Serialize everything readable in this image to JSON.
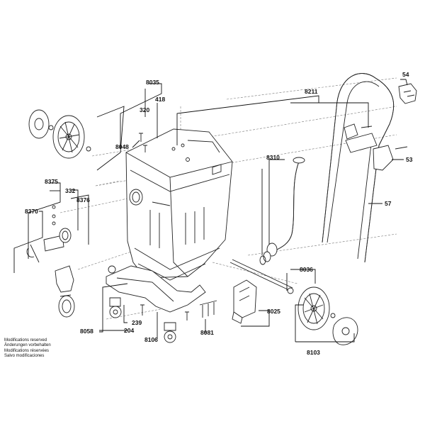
{
  "labels": {
    "l8035": "8035",
    "l320": "320",
    "l418": "418",
    "l8048": "8048",
    "l8211": "8211",
    "l54": "54",
    "l53": "53",
    "l57": "57",
    "l8310": "8310",
    "l8375": "8375",
    "l332": "332",
    "l8376": "8376",
    "l8370": "8370",
    "l8036": "8036",
    "l8025": "8025",
    "l8058": "8058",
    "l239": "239",
    "l204": "204",
    "l8106": "8106",
    "l8081": "8081",
    "l8103": "8103"
  },
  "notes": [
    "Modifications reserved",
    "Änderungen vorbehalten",
    "Modifications réservées",
    "Salvo modificaciones"
  ]
}
